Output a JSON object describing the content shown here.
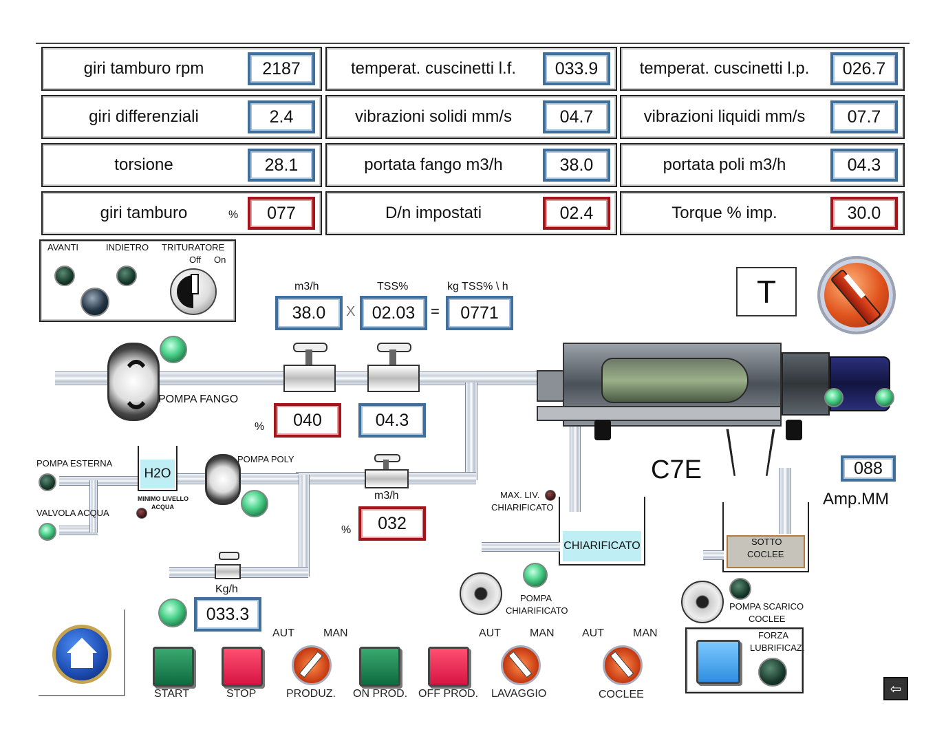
{
  "grid": {
    "rows": [
      [
        {
          "label": "giri tamburo rpm",
          "value": "2187",
          "style": "blue"
        },
        {
          "label": "temperat. cuscinetti l.f.",
          "value": "033.9",
          "style": "blue"
        },
        {
          "label": "temperat. cuscinetti l.p.",
          "value": "026.7",
          "style": "blue"
        }
      ],
      [
        {
          "label": "giri differenziali",
          "value": "2.4",
          "style": "blue"
        },
        {
          "label": "vibrazioni solidi mm/s",
          "value": "04.7",
          "style": "blue"
        },
        {
          "label": "vibrazioni liquidi mm/s",
          "value": "07.7",
          "style": "blue"
        }
      ],
      [
        {
          "label": "torsione",
          "value": "28.1",
          "style": "blue"
        },
        {
          "label": "portata fango m3/h",
          "value": "38.0",
          "style": "blue"
        },
        {
          "label": "portata poli m3/h",
          "value": "04.3",
          "style": "blue"
        }
      ],
      [
        {
          "label": "giri tamburo",
          "unit": "%",
          "value": "077",
          "style": "red"
        },
        {
          "label": "D/n impostati",
          "value": "02.4",
          "style": "red"
        },
        {
          "label": "Torque % imp.",
          "value": "30.0",
          "style": "red"
        }
      ]
    ]
  },
  "direction_panel": {
    "avanti": "AVANTI",
    "indietro": "INDIETRO",
    "trituratore": "TRITURATORE",
    "off": "Off",
    "on": "On"
  },
  "calc": {
    "h1": "m3/h",
    "h2": "TSS%",
    "h3": "kg TSS% \\ h",
    "v1": "38.0",
    "times": "X",
    "v2": "02.03",
    "equals": "=",
    "v3": "0771"
  },
  "t_label": "T",
  "sludge": {
    "pump_label": "POMPA FANGO",
    "pct": "%",
    "valve1_value": "040",
    "valve2_value": "04.3"
  },
  "poly": {
    "pompa_esterna": "POMPA ESTERNA",
    "valvola_acqua": "VALVOLA ACQUA",
    "h2o": "H2O",
    "minimo_livello": "MINIMO LIVELLO",
    "acqua": "ACQUA",
    "pompa_poly": "POMPA POLY",
    "m3h": "m3/h",
    "pct": "%",
    "poly_value": "032",
    "kgh": "Kg/h",
    "kg_value": "033.3"
  },
  "machine": {
    "model": "C7E",
    "amp_value": "088",
    "amp_label": "Amp.MM"
  },
  "chiarificato": {
    "max_liv": "MAX. LIV.",
    "chiarificato_label": "CHIARIFICATO",
    "tank": "CHIARIFICATO",
    "pompa": "POMPA",
    "pompa2": "CHIARIFICATO"
  },
  "coclee": {
    "sotto1": "SOTTO",
    "sotto2": "COCLEE",
    "pompa_scarico": "POMPA SCARICO",
    "coclee": "COCLEE",
    "forza": "FORZA",
    "lubrificaz": "LUBRIFICAZ."
  },
  "controls": {
    "start": "START",
    "stop": "STOP",
    "aut1": "AUT",
    "man1": "MAN",
    "produz": "PRODUZ.",
    "on_prod": "ON PROD.",
    "off_prod": "OFF PROD.",
    "aut2": "AUT",
    "man2": "MAN",
    "lavaggio": "LAVAGGIO",
    "aut3": "AUT",
    "man3": "MAN",
    "coclee": "COCLEE"
  }
}
